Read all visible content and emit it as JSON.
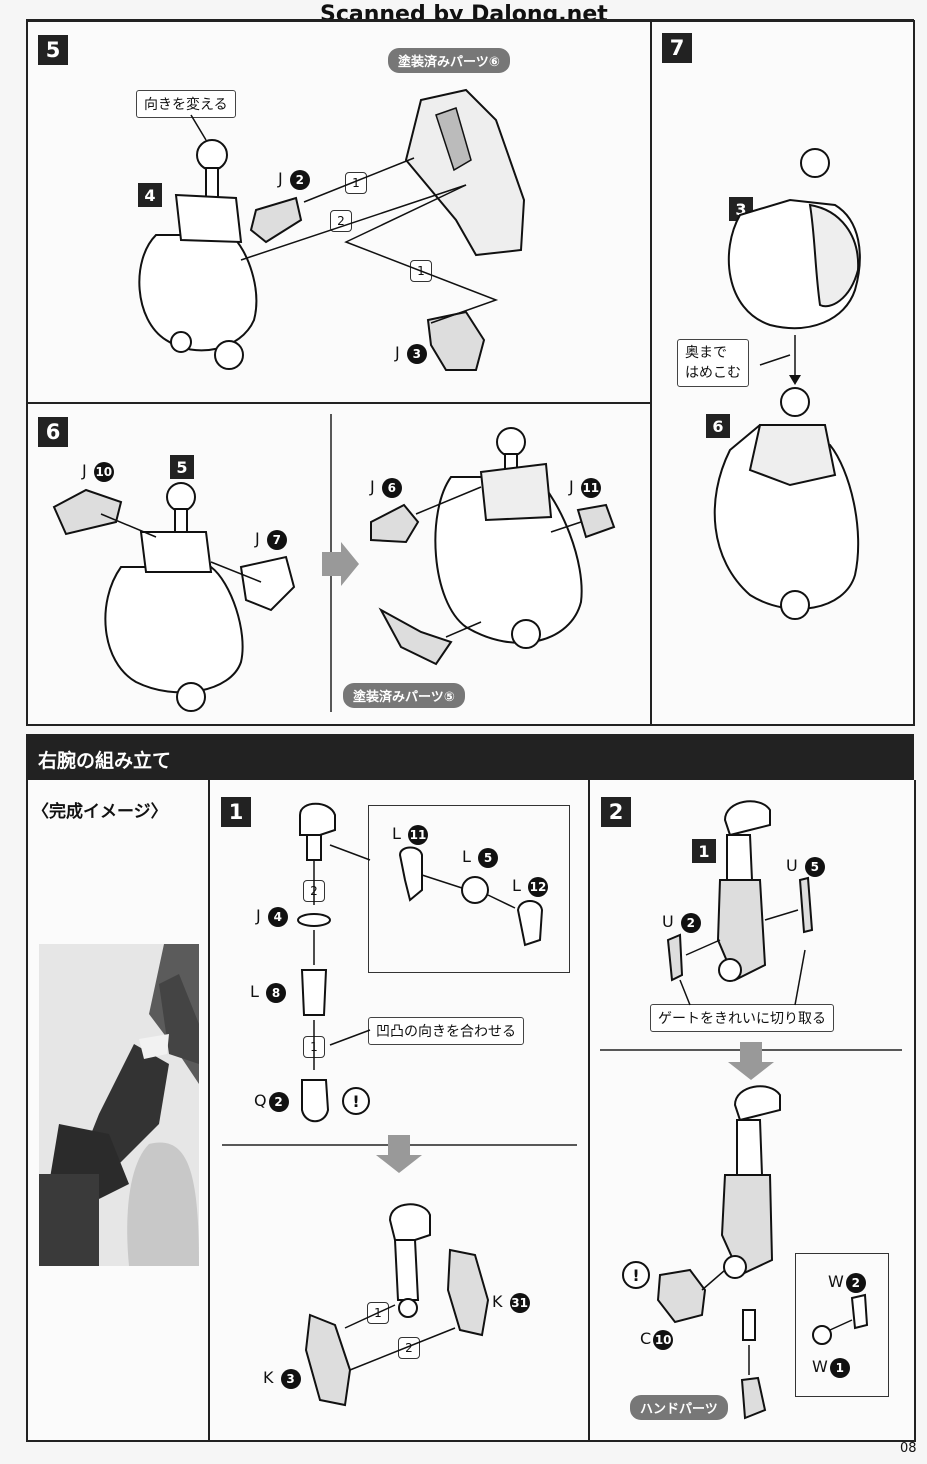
{
  "watermark": "Scanned by Dalong.net",
  "page_number": "08",
  "step5": {
    "num": "5",
    "painted_pill": "塗装済みパーツ⑥",
    "note": "向きを変える",
    "part_ref": "4",
    "labels": [
      {
        "letter": "J",
        "num": "2"
      },
      {
        "letter": "J",
        "num": "3"
      }
    ],
    "seq": [
      "1",
      "2",
      "1"
    ]
  },
  "step6": {
    "num": "6",
    "part_ref": "5",
    "labels": [
      {
        "letter": "J",
        "num": "10"
      },
      {
        "letter": "J",
        "num": "7"
      },
      {
        "letter": "J",
        "num": "6"
      },
      {
        "letter": "J",
        "num": "11"
      }
    ],
    "painted_pill": "塗装済みパーツ⑤"
  },
  "step7": {
    "num": "7",
    "part_refs": [
      "3",
      "6"
    ],
    "note_lines": [
      "奥まで",
      "はめこむ"
    ]
  },
  "section": {
    "title": "右腕の組み立て",
    "complete_image_label": "〈完成イメージ〉"
  },
  "arm_step1": {
    "num": "1",
    "labels": [
      {
        "letter": "J",
        "num": "4"
      },
      {
        "letter": "L",
        "num": "8"
      },
      {
        "letter": "Q",
        "num": "2"
      },
      {
        "letter": "L",
        "num": "11"
      },
      {
        "letter": "L",
        "num": "5"
      },
      {
        "letter": "L",
        "num": "12"
      },
      {
        "letter": "K",
        "num": "31"
      },
      {
        "letter": "K",
        "num": "3"
      }
    ],
    "note": "凹凸の向きを合わせる",
    "seq": [
      "2",
      "1",
      "1",
      "2"
    ],
    "excl": "!"
  },
  "arm_step2": {
    "num": "2",
    "part_ref": "1",
    "labels": [
      {
        "letter": "U",
        "num": "5"
      },
      {
        "letter": "U",
        "num": "2"
      },
      {
        "letter": "W",
        "num": "2"
      },
      {
        "letter": "W",
        "num": "1"
      },
      {
        "letter": "C",
        "num": "10"
      }
    ],
    "note": "ゲートをきれいに切り取る",
    "pill": "ハンドパーツ",
    "excl": "!"
  }
}
